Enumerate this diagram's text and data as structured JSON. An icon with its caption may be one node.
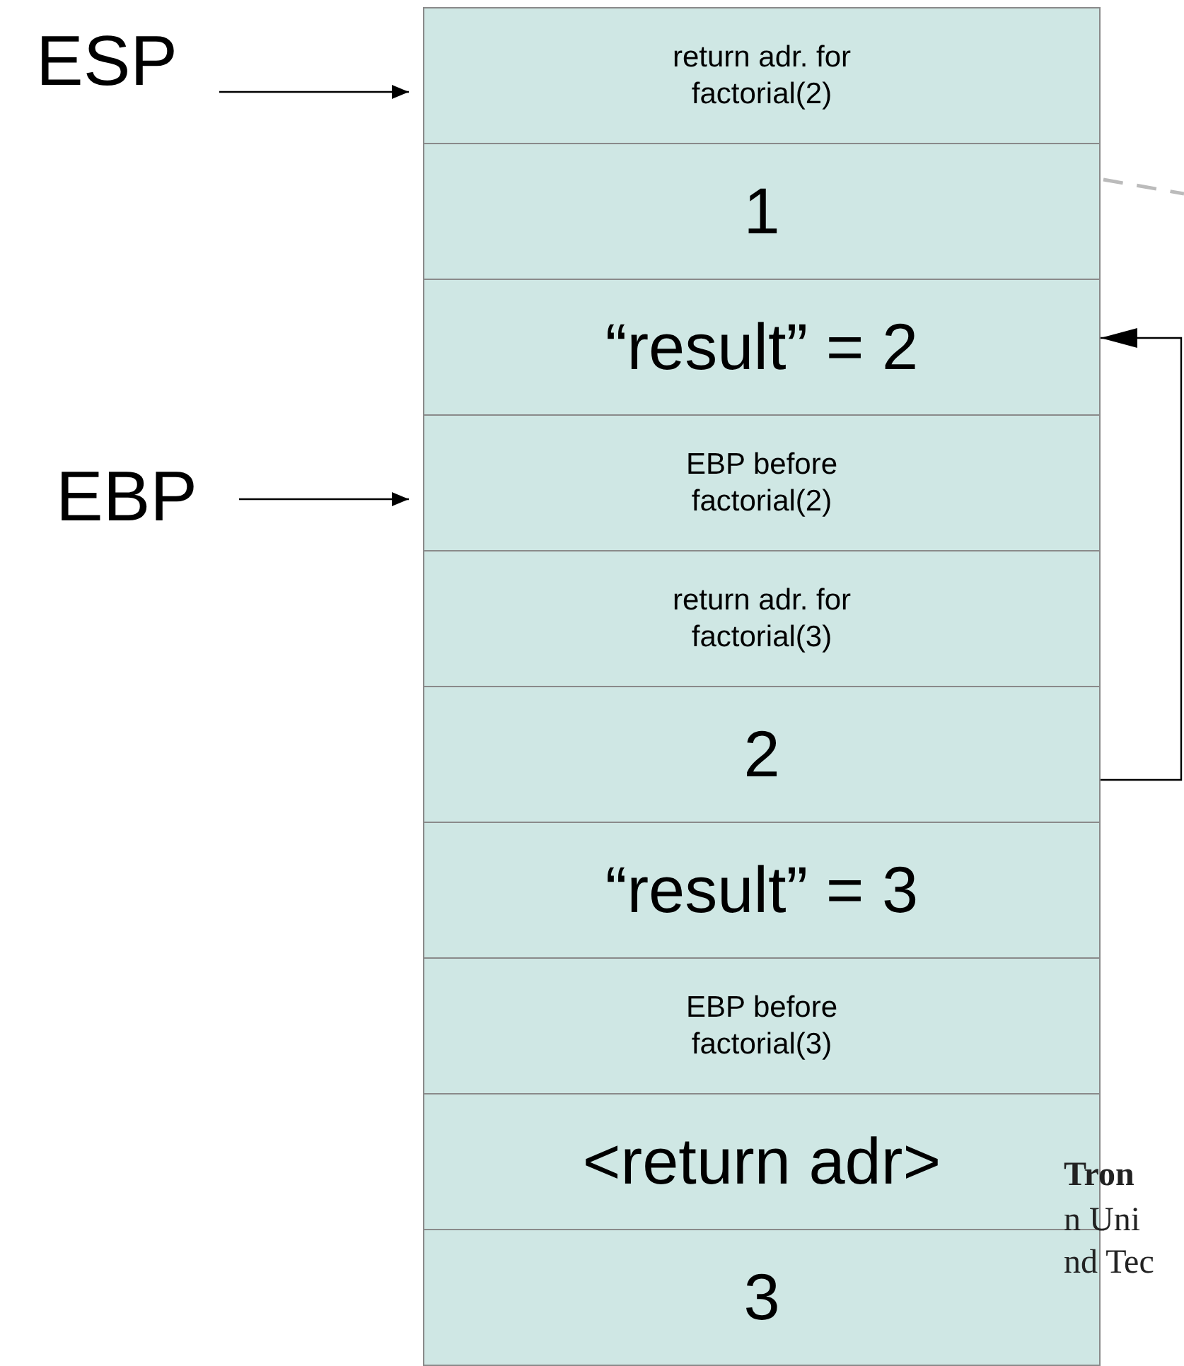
{
  "diagram": {
    "nodes": [
      {
        "text": [
          "ESP"
        ]
      },
      {
        "text": [
          "EBP"
        ]
      },
      {
        "text": [
          "return adr. for factorial(2)"
        ]
      },
      {
        "text": [
          "1"
        ]
      },
      {
        "text": [
          "“result” = 2"
        ]
      },
      {
        "text": [
          "EBP before factorial(2)"
        ]
      },
      {
        "text": [
          "return adr. for factorial(3)"
        ]
      },
      {
        "text": [
          "2"
        ]
      },
      {
        "text": [
          "“result” = 3"
        ]
      },
      {
        "text": [
          "EBP before factorial(3)"
        ]
      },
      {
        "text": [
          "<return adr>"
        ]
      },
      {
        "text": [
          "3"
        ]
      }
    ],
    "edges": [
      {
        "from": 0,
        "to": 2,
        "arrow": "to"
      },
      {
        "from": 1,
        "to": 5,
        "arrow": "to"
      },
      {
        "from": 7,
        "to": 4,
        "arrow": "to"
      }
    ],
    "labels": [
      "Tron",
      "n Uni",
      "nd Tec"
    ]
  }
}
